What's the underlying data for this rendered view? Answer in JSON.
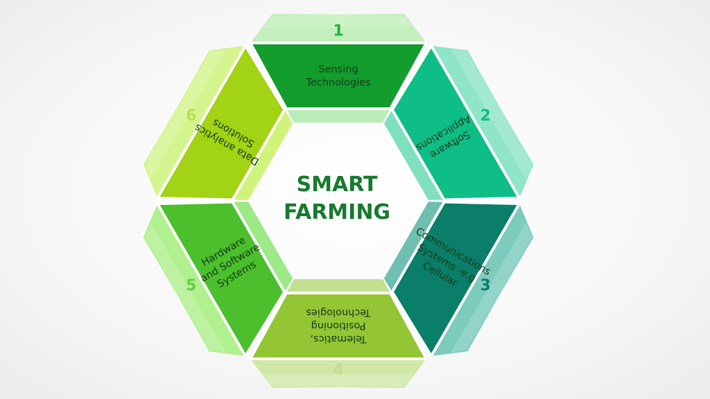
{
  "title": {
    "line1": "SMART",
    "line2": "FARMING"
  },
  "segments": [
    {
      "number": "1",
      "lines": [
        "Sensing",
        "Technologies"
      ],
      "colors": {
        "main": "#139d2c",
        "outer": "#c2efbc",
        "inner": "#b9ecb7",
        "num": "#24b03e"
      }
    },
    {
      "number": "2",
      "lines": [
        "Software",
        "Applications"
      ],
      "colors": {
        "main": "#0fbe86",
        "outer": "#8fe5c8",
        "inner": "#7fe0bd",
        "num": "#19b884"
      }
    },
    {
      "number": "3",
      "lines": [
        "Communications",
        "Systems -e.g",
        "Cellular"
      ],
      "colors": {
        "main": "#0a7e68",
        "outer": "#7ccbbd",
        "inner": "#6fbfb0",
        "num": "#0c7d69"
      }
    },
    {
      "number": "4",
      "lines": [
        "Telematics,",
        "Positioning",
        "Technologies"
      ],
      "colors": {
        "main": "#94c534",
        "outer": "#cfe8a6",
        "inner": "#c3e190",
        "num": "#c2dc95"
      }
    },
    {
      "number": "5",
      "lines": [
        "Hardware",
        "and Software",
        "Systems"
      ],
      "colors": {
        "main": "#4cbf2c",
        "outer": "#b0f08e",
        "inner": "#9de887",
        "num": "#6acc49"
      }
    },
    {
      "number": "6",
      "lines": [
        "Data analytics",
        "Solutions"
      ],
      "colors": {
        "main": "#a2d314",
        "outer": "#d4f58d",
        "inner": "#d0f47b",
        "num": "#b8e056"
      }
    }
  ]
}
